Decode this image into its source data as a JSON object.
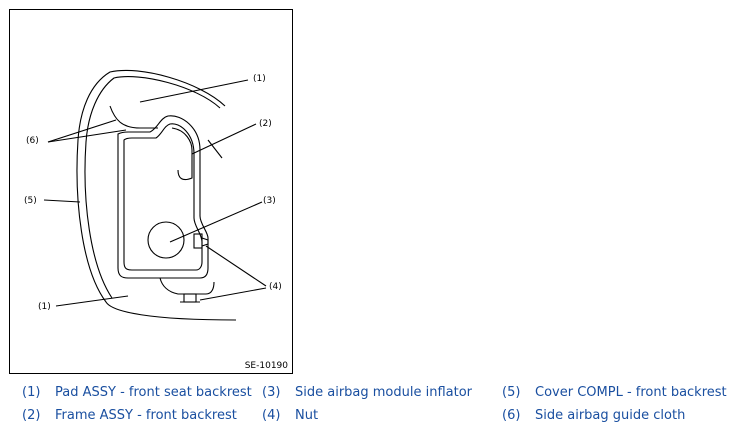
{
  "diagram": {
    "callouts": [
      "(1)",
      "(2)",
      "(3)",
      "(4)",
      "(5)",
      "(6)",
      "(1)"
    ],
    "figure_code": "SE-10190"
  },
  "legend": [
    {
      "num": "(1)",
      "text": "Pad ASSY - front seat backrest"
    },
    {
      "num": "(2)",
      "text": "Frame ASSY - front backrest"
    },
    {
      "num": "(3)",
      "text": "Side airbag module inflator"
    },
    {
      "num": "(4)",
      "text": "Nut"
    },
    {
      "num": "(5)",
      "text": "Cover COMPL - front backrest"
    },
    {
      "num": "(6)",
      "text": "Side airbag guide cloth"
    }
  ],
  "colors": {
    "legend_text": "#1a4fa0",
    "line": "#000000"
  }
}
